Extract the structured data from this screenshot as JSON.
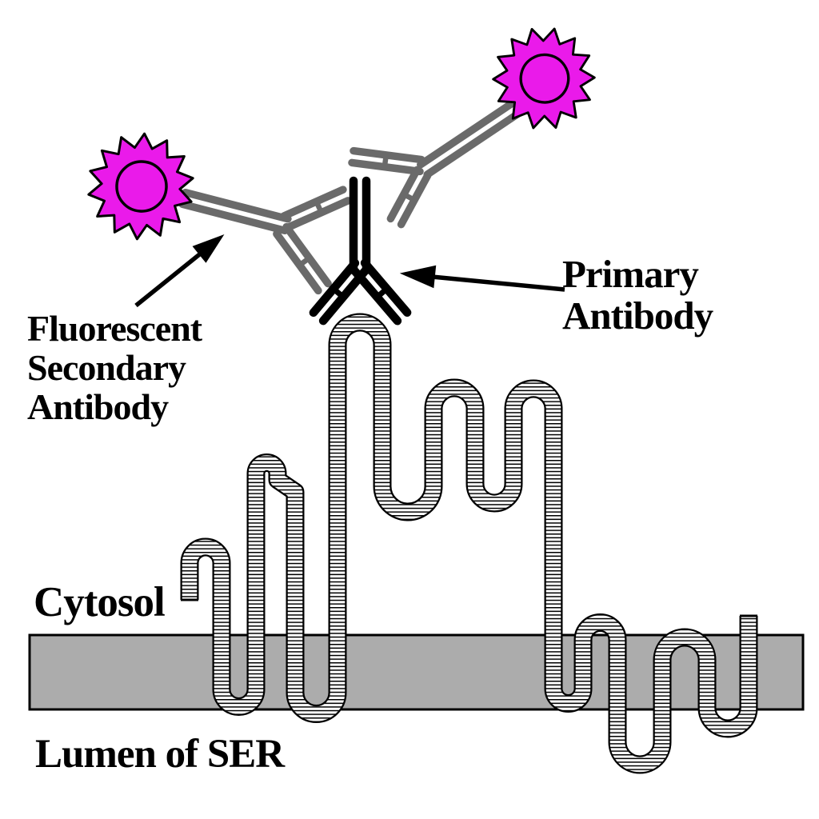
{
  "figure": {
    "colors": {
      "background": "#ffffff",
      "membrane": "#acacac",
      "outline": "#000000",
      "primary_antibody": "#000000",
      "secondary_antibody": "#6a6a6a",
      "fluorophore": "#ea1aea",
      "arrow": "#000000"
    },
    "labels": {
      "fluorescent_secondary_antibody": {
        "lines": [
          "Fluorescent",
          "Secondary",
          "Antibody"
        ]
      },
      "primary_antibody": {
        "lines": [
          "Primary",
          "Antibody"
        ]
      },
      "cytosol": {
        "text": "Cytosol"
      },
      "lumen_of_ser": {
        "text": "Lumen of SER"
      }
    }
  }
}
